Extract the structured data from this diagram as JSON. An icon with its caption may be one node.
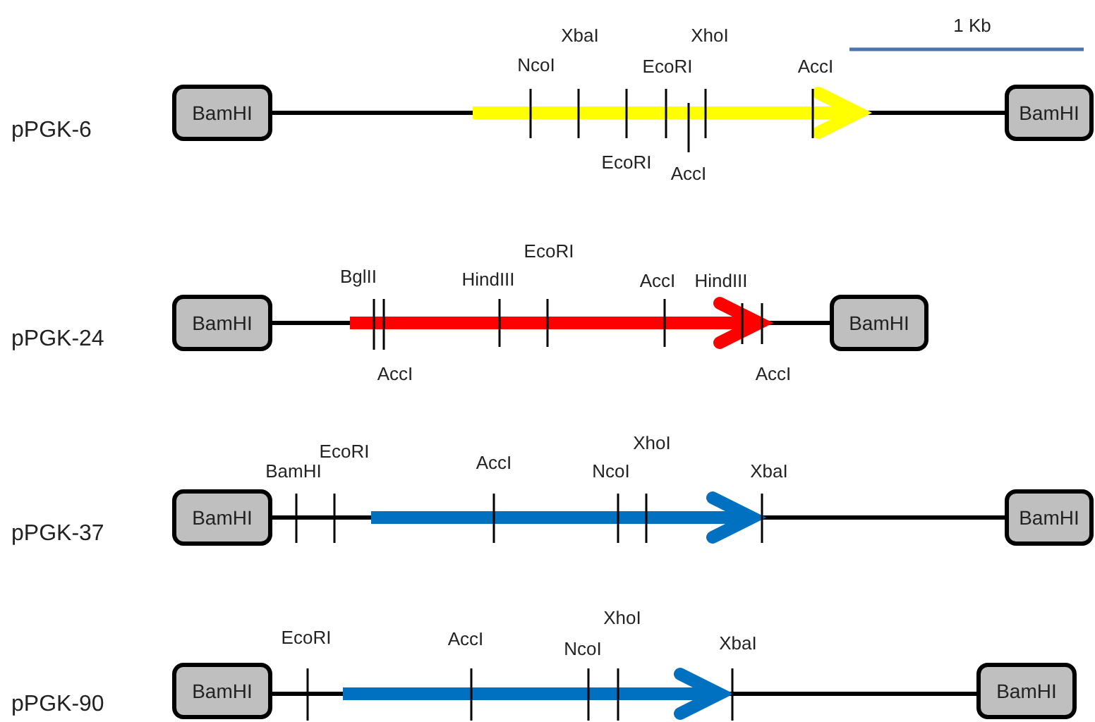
{
  "diagram": {
    "nodes": [
      {
        "text": [
          "BamHI"
        ]
      },
      {
        "text": [
          "BamHI"
        ]
      },
      {
        "text": [
          "BamHI"
        ]
      },
      {
        "text": [
          "BamHI"
        ]
      },
      {
        "text": [
          "BamHI"
        ]
      },
      {
        "text": [
          "BamHI"
        ]
      },
      {
        "text": [
          "BamHI"
        ]
      },
      {
        "text": [
          "BamHI"
        ]
      }
    ],
    "labels": [
      "1 Kb",
      "pPGK-6",
      "NcoI",
      "XbaI",
      "EcoRI",
      "XhoI",
      "AccI",
      "EcoRI",
      "AccI",
      "pPGK-24",
      "BglII",
      "HindIII",
      "EcoRI",
      "AccI",
      "HindIII",
      "AccI",
      "AccI",
      "pPGK-37",
      "BamHI",
      "EcoRI",
      "AccI",
      "NcoI",
      "XhoI",
      "XbaI",
      "pPGK-90",
      "EcoRI",
      "AccI",
      "NcoI",
      "XhoI",
      "XbaI"
    ]
  }
}
